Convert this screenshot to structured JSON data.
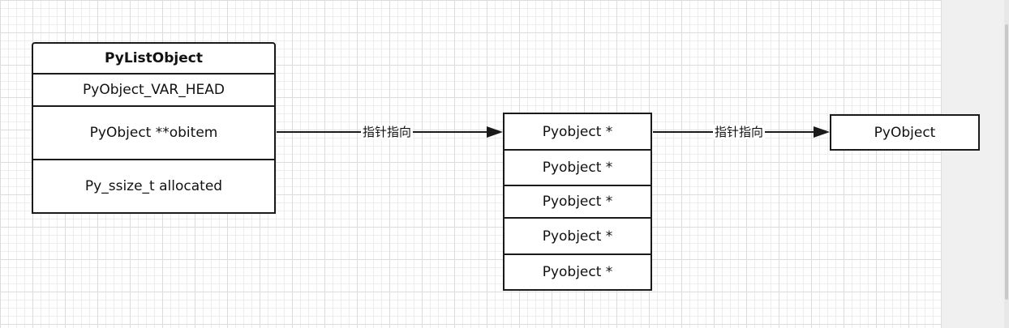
{
  "list_object": {
    "title": "PyListObject",
    "fields": [
      "PyObject_VAR_HEAD",
      "PyObject **obitem",
      "Py_ssize_t allocated"
    ]
  },
  "array": {
    "cells": [
      "Pyobject *",
      "Pyobject *",
      "Pyobject *",
      "Pyobject *",
      "Pyobject *"
    ]
  },
  "target": {
    "label": "PyObject"
  },
  "edges": {
    "obitem_to_array": "指针指向",
    "array_to_object": "指针指向"
  }
}
